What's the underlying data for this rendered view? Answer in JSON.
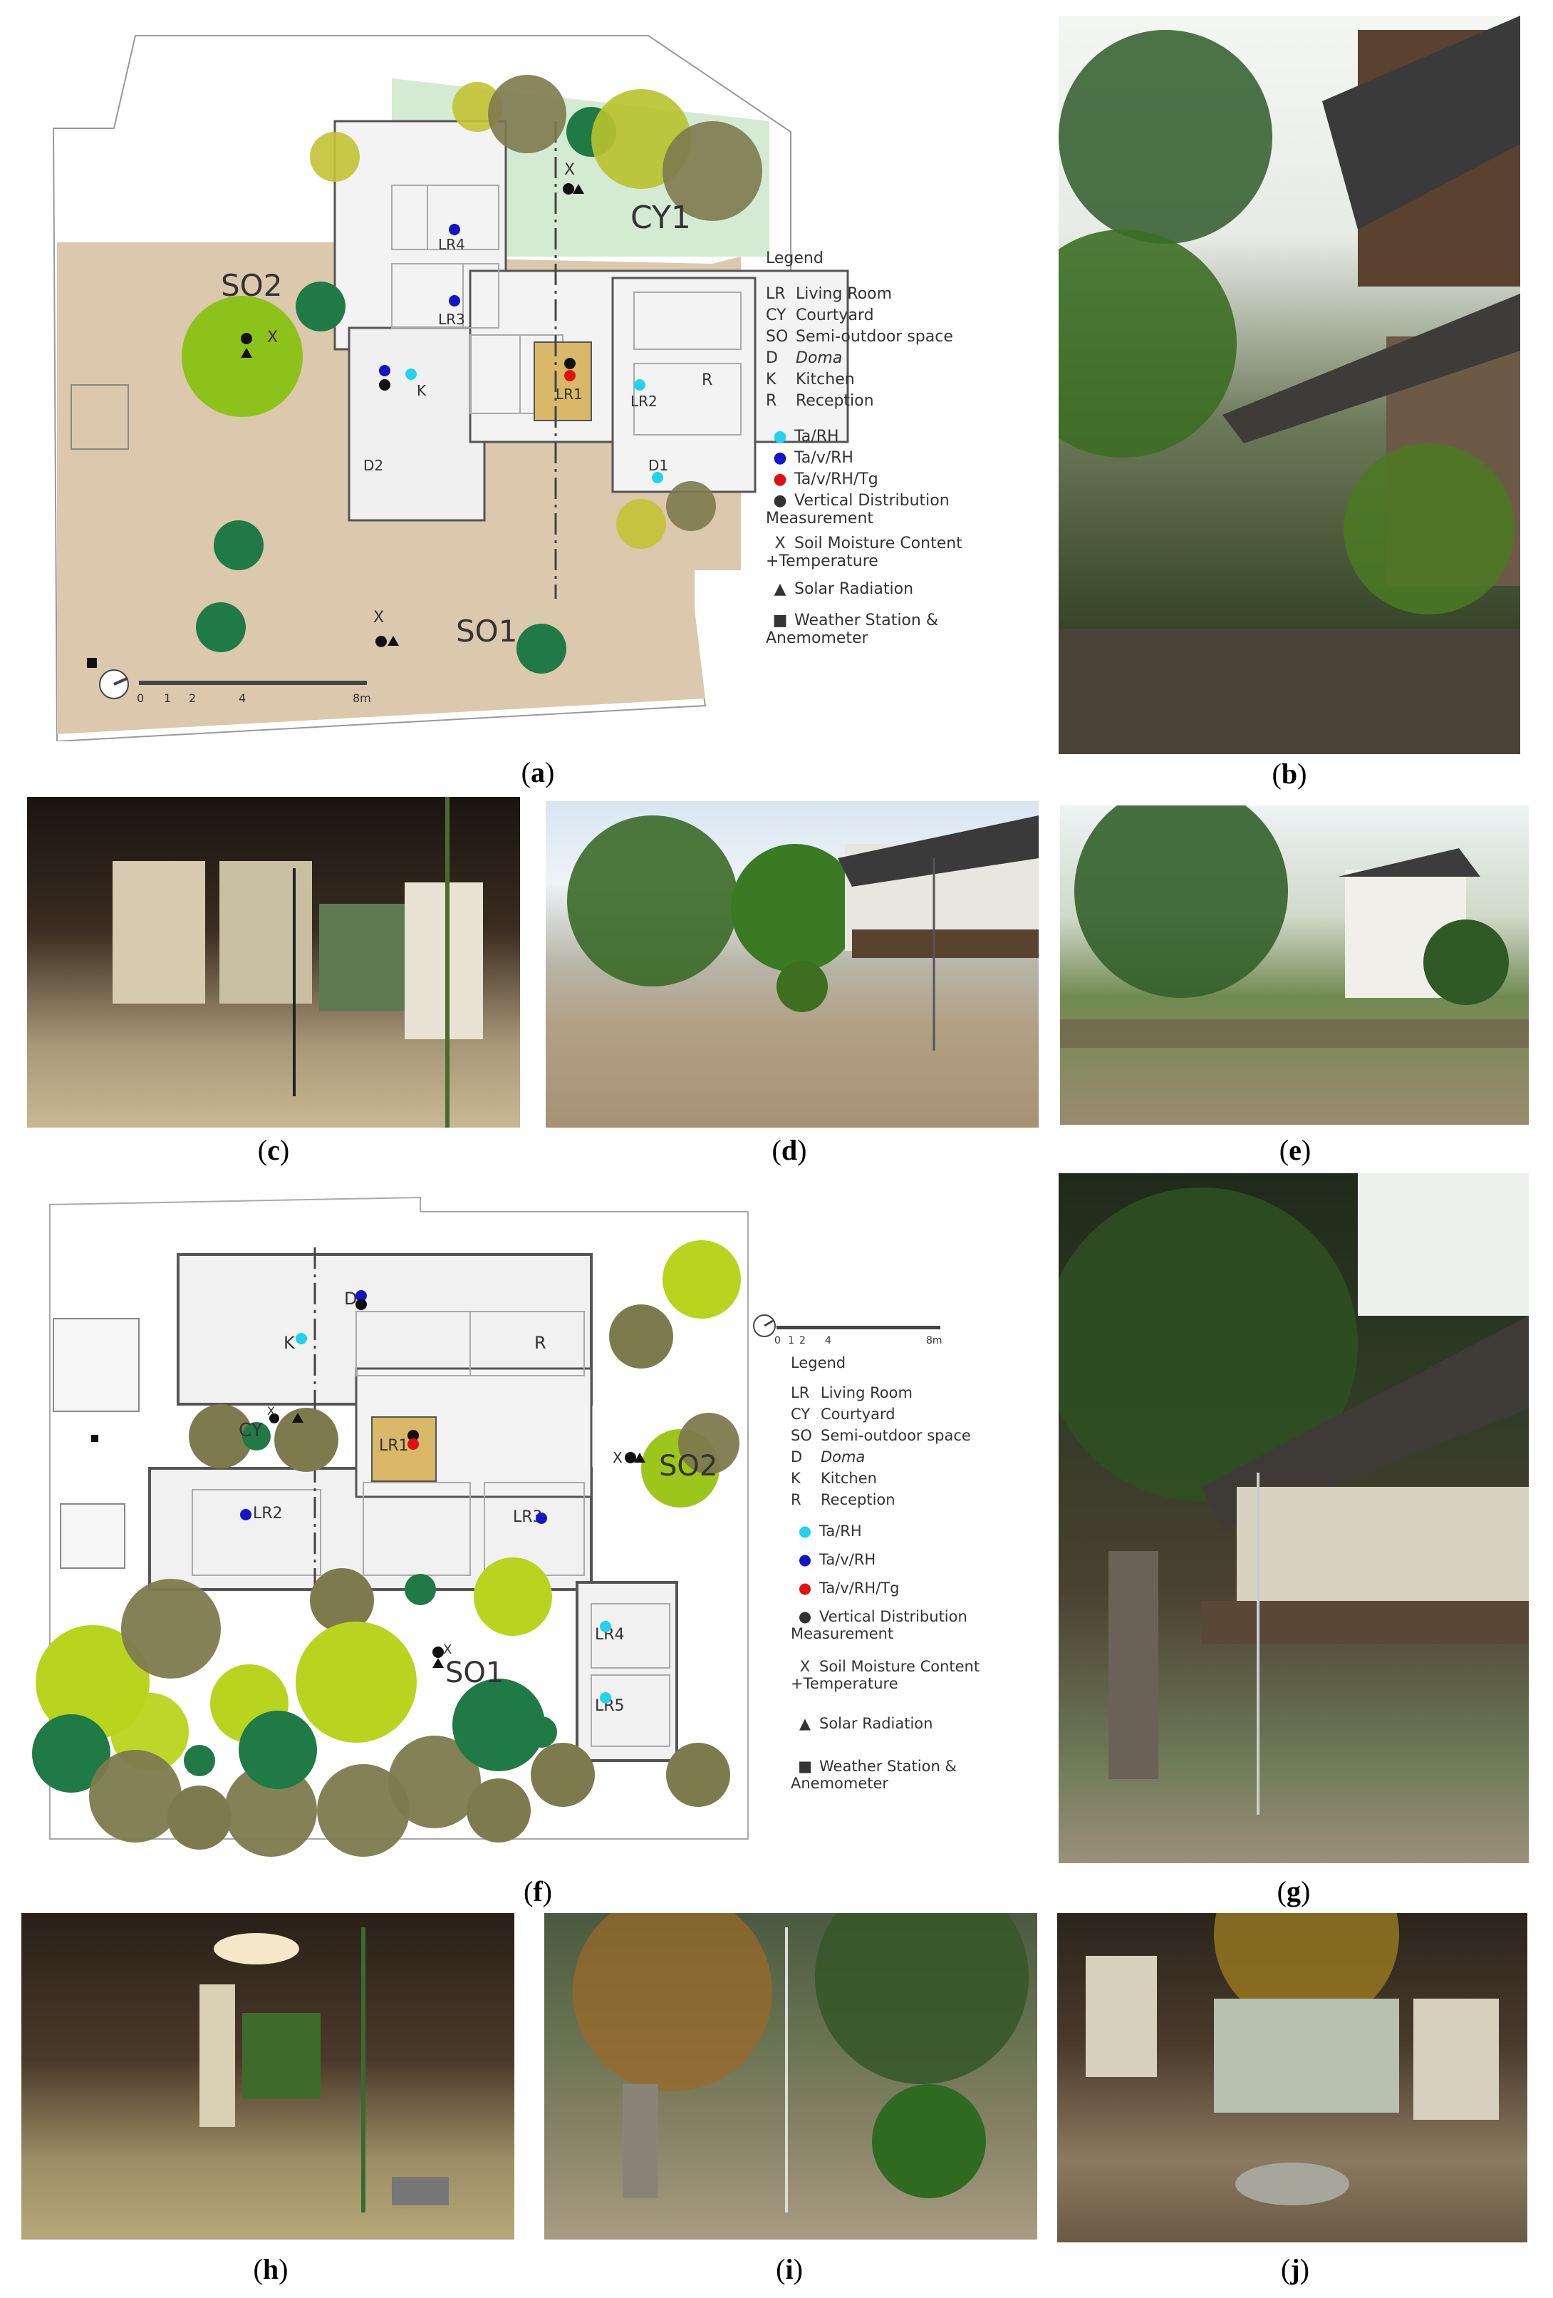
{
  "captions": [
    "a",
    "b",
    "c",
    "d",
    "e",
    "f",
    "g",
    "h",
    "i",
    "j"
  ],
  "legend_title": "Legend",
  "legend_abbrev": [
    {
      "abbr": "LR",
      "text": "Living Room"
    },
    {
      "abbr": "CY",
      "text": "Courtyard"
    },
    {
      "abbr": "SO",
      "text": "Semi-outdoor space"
    },
    {
      "abbr": "D",
      "text": "Doma"
    },
    {
      "abbr": "K",
      "text": "Kitchen"
    },
    {
      "abbr": "R",
      "text": "Reception"
    }
  ],
  "legend_sensors": [
    {
      "symbol": "●",
      "color": "#22d3ee",
      "text": "Ta/RH"
    },
    {
      "symbol": "●",
      "color": "#1515c8",
      "text": "Ta/v/RH"
    },
    {
      "symbol": "●",
      "color": "#e01010",
      "text": "Ta/v/RH/Tg"
    },
    {
      "symbol": "●",
      "color": "#111111",
      "text": "Vertical Distribution Measurement"
    },
    {
      "symbol": "X",
      "color": "#111111",
      "text": "Soil Moisture Content +Temperature"
    },
    {
      "symbol": "▲",
      "color": "#111111",
      "text": "Solar Radiation"
    },
    {
      "symbol": "■",
      "color": "#111111",
      "text": "Weather Station & Anemometer"
    }
  ],
  "scale": {
    "ticks": [
      "0",
      "1",
      "2",
      "4",
      "8m"
    ]
  },
  "plan_a": {
    "CY": "CY1",
    "SO2": "SO2",
    "SO1": "SO1",
    "LR4": "LR4",
    "LR3": "LR3",
    "LR1": "LR1",
    "LR2": "LR2",
    "K": "K",
    "R": "R",
    "D2": "D2",
    "D1": "D1",
    "X": "X"
  },
  "plan_f": {
    "D": "D",
    "K": "K",
    "R": "R",
    "CY": "CY",
    "LR1": "LR1",
    "LR2": "LR2",
    "LR3": "LR3",
    "LR4": "LR4",
    "LR5": "LR5",
    "SO1": "SO1",
    "SO2": "SO2",
    "X": "X"
  }
}
